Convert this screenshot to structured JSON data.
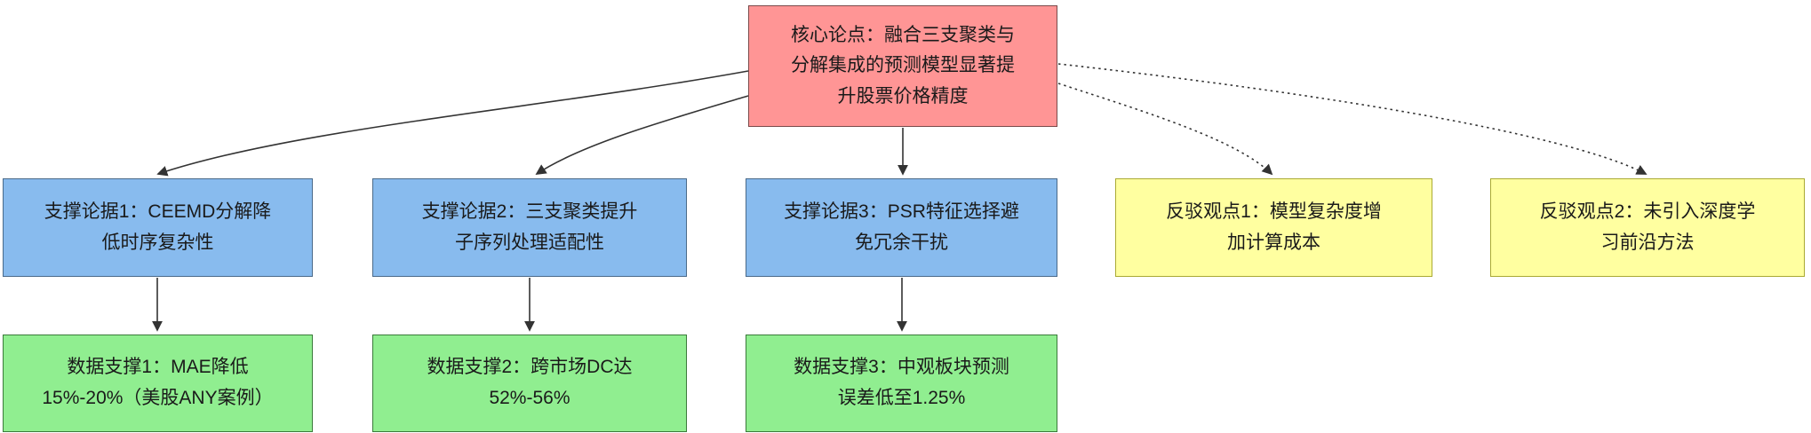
{
  "diagram": {
    "title": "argument-map-stock-prediction-model",
    "root": {
      "label": "核心论点：融合三支聚类与\n分解集成的预测模型显著提\n升股票价格精度"
    },
    "supports": [
      {
        "id": "support-1",
        "label": "支撑论据1：CEEMD分解降\n低时序复杂性"
      },
      {
        "id": "support-2",
        "label": "支撑论据2：三支聚类提升\n子序列处理适配性"
      },
      {
        "id": "support-3",
        "label": "支撑论据3：PSR特征选择避\n免冗余干扰"
      }
    ],
    "counters": [
      {
        "id": "counter-1",
        "label": "反驳观点1：模型复杂度增\n加计算成本"
      },
      {
        "id": "counter-2",
        "label": "反驳观点2：未引入深度学\n习前沿方法"
      }
    ],
    "evidence": [
      {
        "id": "evidence-1",
        "label": "数据支撑1：MAE降低\n15%-20%（美股ANY案例）"
      },
      {
        "id": "evidence-2",
        "label": "数据支撑2：跨市场DC达\n52%-56%"
      },
      {
        "id": "evidence-3",
        "label": "数据支撑3：中观板块预测\n误差低至1.25%"
      }
    ],
    "edges": [
      {
        "from": "root",
        "to": "support-1",
        "style": "solid"
      },
      {
        "from": "root",
        "to": "support-2",
        "style": "solid"
      },
      {
        "from": "root",
        "to": "support-3",
        "style": "solid"
      },
      {
        "from": "root",
        "to": "counter-1",
        "style": "dotted"
      },
      {
        "from": "root",
        "to": "counter-2",
        "style": "dotted"
      },
      {
        "from": "support-1",
        "to": "evidence-1",
        "style": "solid"
      },
      {
        "from": "support-2",
        "to": "evidence-2",
        "style": "solid"
      },
      {
        "from": "support-3",
        "to": "evidence-3",
        "style": "solid"
      }
    ],
    "colors": {
      "root_fill": "#ff9595",
      "support_fill": "#88bbee",
      "counter_fill": "#ffffa0",
      "evidence_fill": "#90ee90",
      "edge_stroke": "#333333",
      "text": "#1a1a1a",
      "background": "#ffffff"
    }
  }
}
